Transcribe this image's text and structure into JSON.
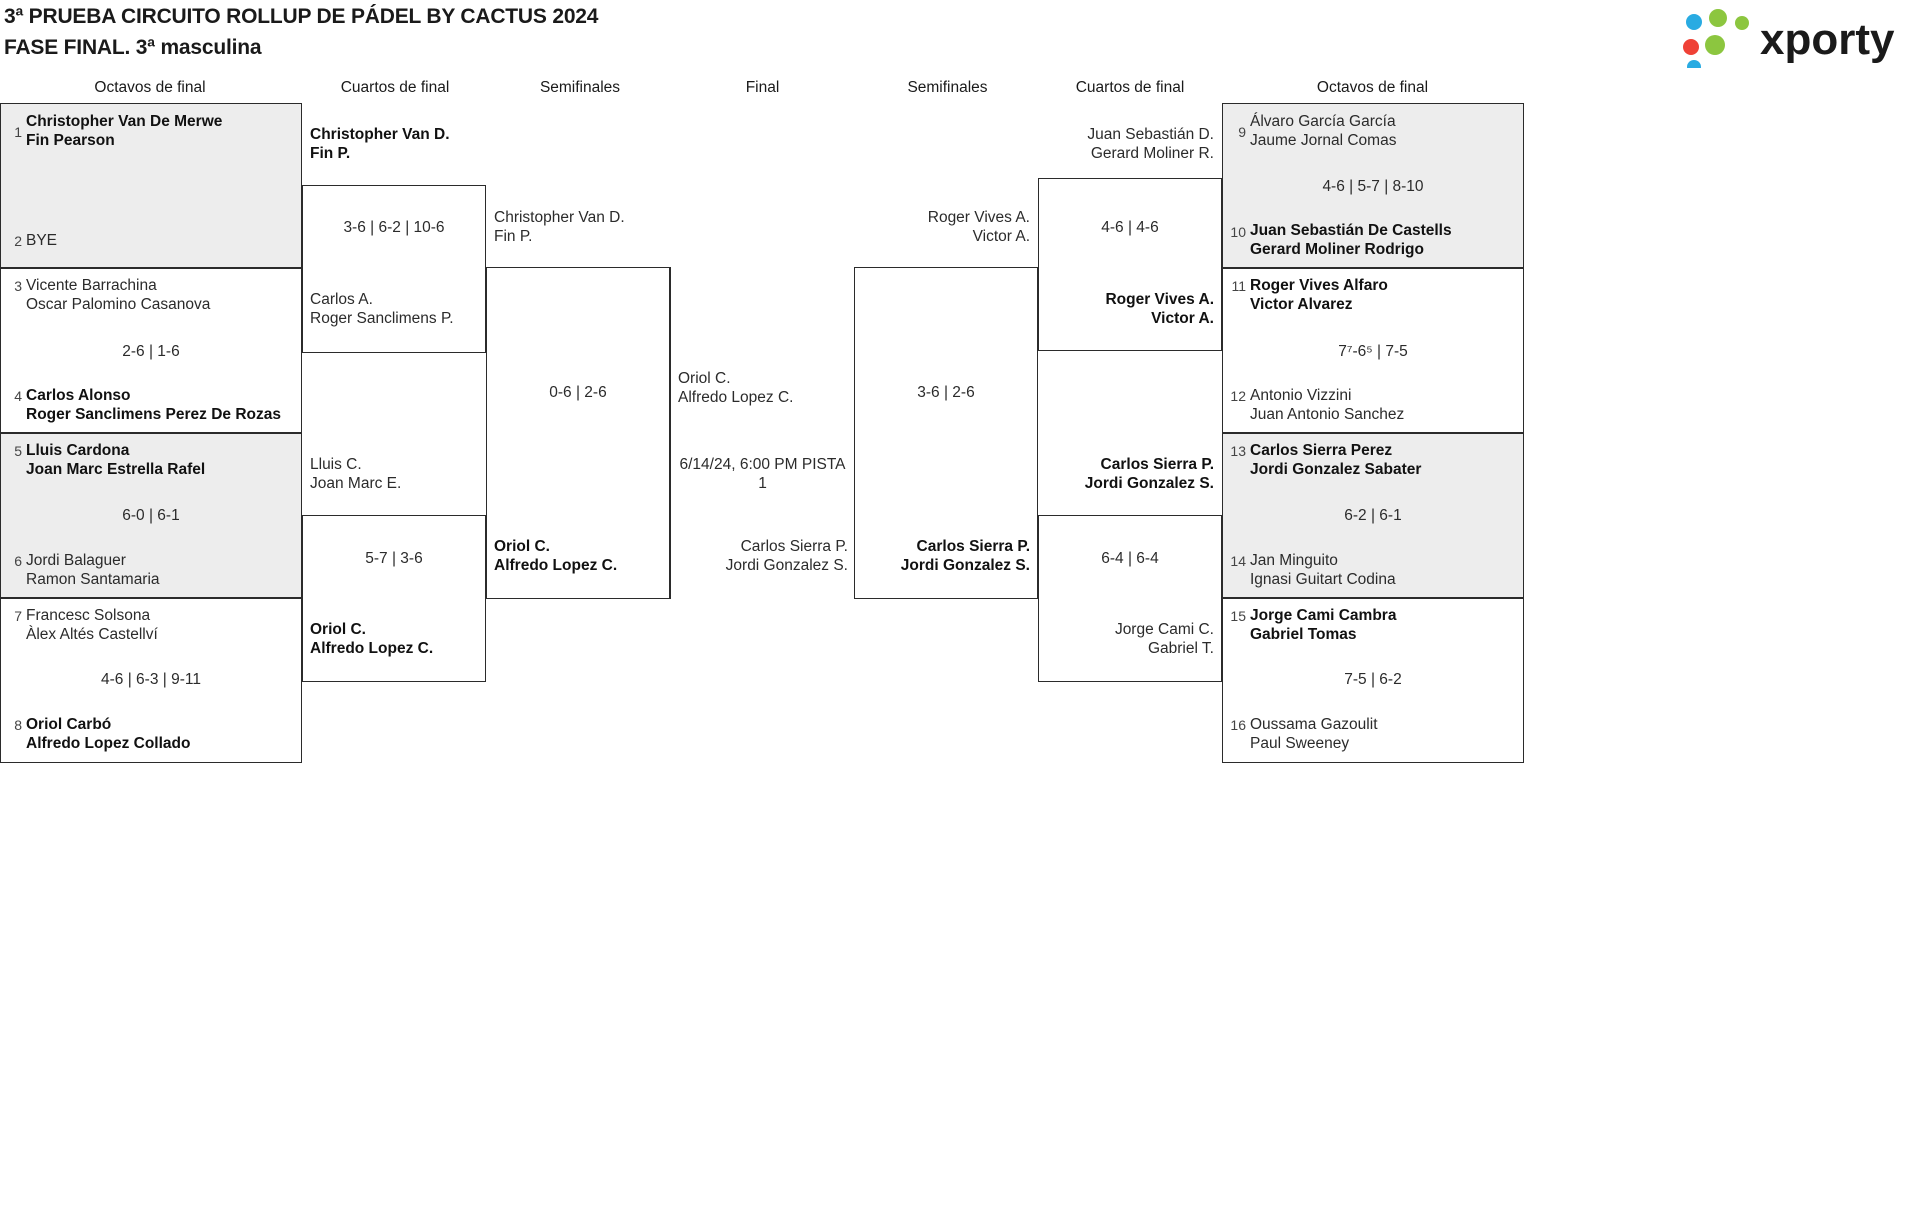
{
  "header": {
    "title_line1": "3ª PRUEBA CIRCUITO ROLLUP DE PÁDEL BY CACTUS 2024",
    "title_line2": "FASE FINAL. 3ª masculina",
    "logo_text": "xporty"
  },
  "round_headers": {
    "r1_left": "Octavos de final",
    "r2_left": "Cuartos de final",
    "r3_left": "Semifinales",
    "final": "Final",
    "r3_right": "Semifinales",
    "r2_right": "Cuartos de final",
    "r1_right": "Octavos de final"
  },
  "left": {
    "octavos": [
      {
        "seed": "1",
        "p1": "Christopher Van De Merwe",
        "p2": "Fin Pearson",
        "winner": true
      },
      {
        "seed": "2",
        "p1": "BYE",
        "p2": "",
        "winner": false
      },
      {
        "seed": "3",
        "p1": "Vicente Barrachina",
        "p2": "Oscar Palomino Casanova",
        "winner": false
      },
      {
        "seed": "4",
        "p1": "Carlos Alonso",
        "p2": "Roger Sanclimens Perez De Rozas",
        "winner": true
      },
      {
        "seed": "5",
        "p1": "Lluis Cardona",
        "p2": "Joan Marc Estrella Rafel",
        "winner": true
      },
      {
        "seed": "6",
        "p1": "Jordi Balaguer",
        "p2": "Ramon Santamaria",
        "winner": false
      },
      {
        "seed": "7",
        "p1": "Francesc Solsona",
        "p2": "Àlex Altés Castellví",
        "winner": false
      },
      {
        "seed": "8",
        "p1": "Oriol Carbó",
        "p2": "Alfredo Lopez Collado",
        "winner": true
      }
    ],
    "octavos_scores": [
      "",
      "2-6 | 1-6",
      "6-0 | 6-1",
      "4-6 | 6-3 | 9-11"
    ],
    "cuartos": [
      {
        "p1": "Christopher Van D.",
        "p2": "Fin P.",
        "winner": true
      },
      {
        "p1": "Carlos A.",
        "p2": "Roger Sanclimens P.",
        "winner": false
      },
      {
        "p1": "Lluis C.",
        "p2": "Joan Marc E.",
        "winner": false
      },
      {
        "p1": "Oriol C.",
        "p2": "Alfredo Lopez C.",
        "winner": true
      }
    ],
    "cuartos_scores": [
      "3-6 | 6-2 | 10-6",
      "5-7 | 3-6"
    ],
    "semis": [
      {
        "p1": "Christopher Van D.",
        "p2": "Fin P.",
        "winner": false
      },
      {
        "p1": "Oriol C.",
        "p2": "Alfredo Lopez C.",
        "winner": true
      }
    ],
    "semis_score": "0-6 | 2-6"
  },
  "final": {
    "top": {
      "p1": "Oriol C.",
      "p2": "Alfredo Lopez C."
    },
    "datetime_line1": "6/14/24, 6:00 PM PISTA",
    "datetime_line2": "1",
    "bottom": {
      "p1": "Carlos Sierra P.",
      "p2": "Jordi Gonzalez S."
    }
  },
  "right": {
    "octavos": [
      {
        "seed": "9",
        "p1": "Álvaro García García",
        "p2": "Jaume Jornal Comas",
        "winner": false
      },
      {
        "seed": "10",
        "p1": "Juan Sebastián De Castells",
        "p2": "Gerard Moliner Rodrigo",
        "winner": true
      },
      {
        "seed": "11",
        "p1": "Roger Vives Alfaro",
        "p2": "Victor Alvarez",
        "winner": true
      },
      {
        "seed": "12",
        "p1": "Antonio Vizzini",
        "p2": "Juan Antonio Sanchez",
        "winner": false
      },
      {
        "seed": "13",
        "p1": "Carlos Sierra Perez",
        "p2": "Jordi Gonzalez Sabater",
        "winner": true
      },
      {
        "seed": "14",
        "p1": "Jan Minguito",
        "p2": "Ignasi Guitart Codina",
        "winner": false
      },
      {
        "seed": "15",
        "p1": "Jorge Cami Cambra",
        "p2": "Gabriel Tomas",
        "winner": true
      },
      {
        "seed": "16",
        "p1": "Oussama Gazoulit",
        "p2": "Paul Sweeney",
        "winner": false
      }
    ],
    "octavos_scores": [
      "4-6 | 5-7 | 8-10",
      "7⁷-6⁵ | 7-5",
      "6-2 | 6-1",
      "7-5 | 6-2"
    ],
    "cuartos": [
      {
        "p1": "Juan Sebastián D.",
        "p2": "Gerard Moliner R.",
        "winner": false
      },
      {
        "p1": "Roger Vives A.",
        "p2": "Victor A.",
        "winner": true
      },
      {
        "p1": "Carlos Sierra P.",
        "p2": "Jordi Gonzalez S.",
        "winner": true
      },
      {
        "p1": "Jorge Cami C.",
        "p2": "Gabriel T.",
        "winner": false
      }
    ],
    "cuartos_scores": [
      "4-6 | 4-6",
      "6-4 | 6-4"
    ],
    "semis": [
      {
        "p1": "Roger Vives A.",
        "p2": "Victor A.",
        "winner": false
      },
      {
        "p1": "Carlos Sierra P.",
        "p2": "Jordi Gonzalez S.",
        "winner": true
      }
    ],
    "semis_score": "3-6 | 2-6"
  },
  "colors": {
    "shade": "#ededed",
    "border": "#2b2b2b",
    "logo_green": "#8cc63f",
    "logo_blue": "#29abe2",
    "logo_red": "#ef4136",
    "logo_text": "#1a1a1a"
  }
}
